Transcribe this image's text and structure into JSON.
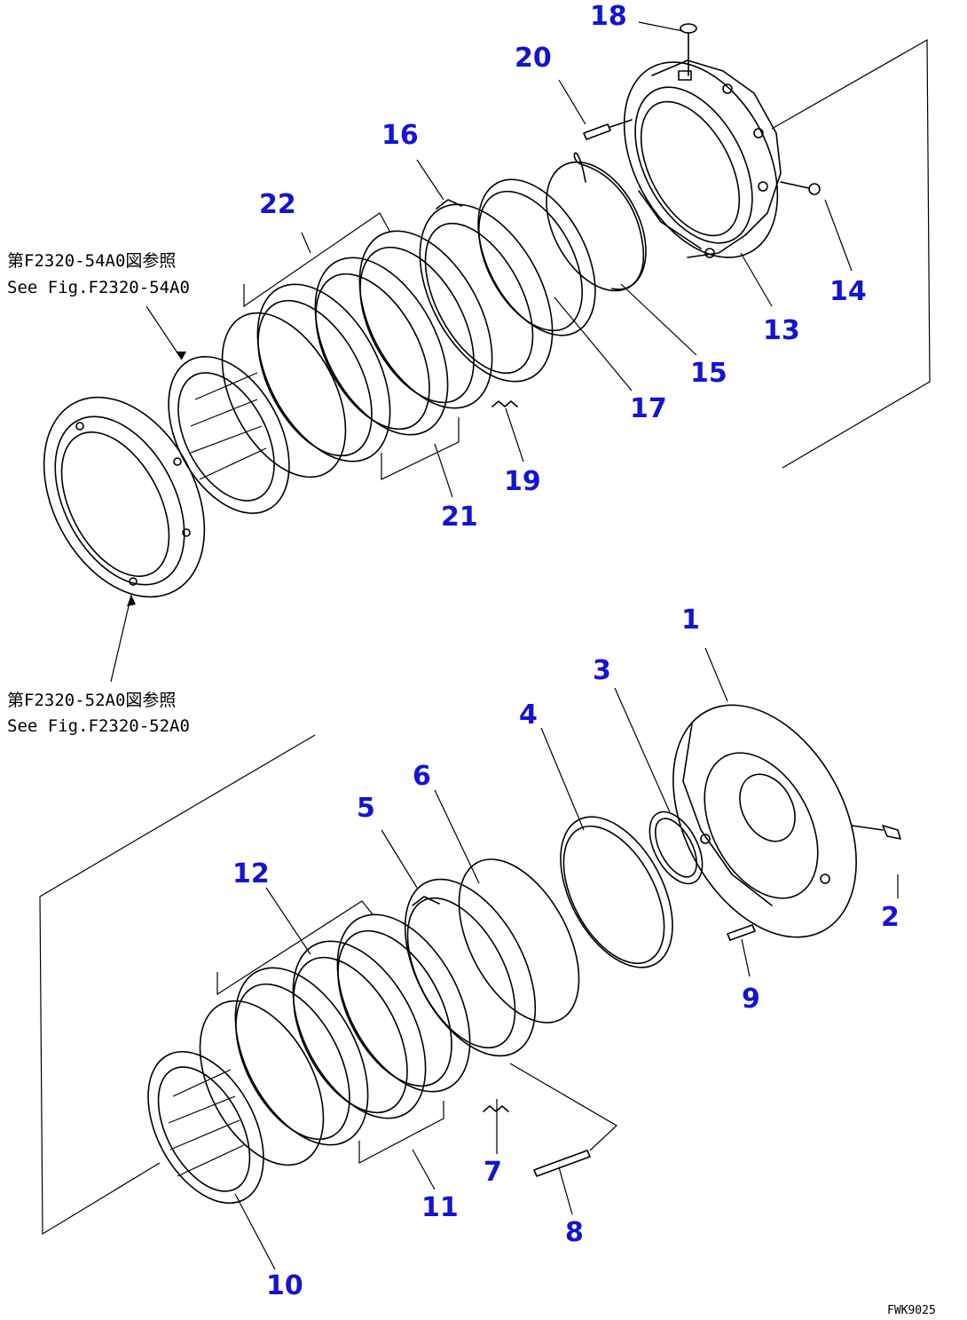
{
  "diagram": {
    "callout_color": "#1414d2",
    "line_color": "#000000",
    "drawing_number": "FWK9025",
    "callouts": [
      "1",
      "2",
      "3",
      "4",
      "5",
      "6",
      "7",
      "8",
      "9",
      "10",
      "11",
      "12",
      "13",
      "14",
      "15",
      "16",
      "17",
      "18",
      "19",
      "20",
      "21",
      "22"
    ],
    "references": {
      "upper_jp": "第F2320-54A0図参照",
      "upper_en": "See Fig.F2320-54A0",
      "lower_jp": "第F2320-52A0図参照",
      "lower_en": "See Fig.F2320-52A0"
    }
  }
}
